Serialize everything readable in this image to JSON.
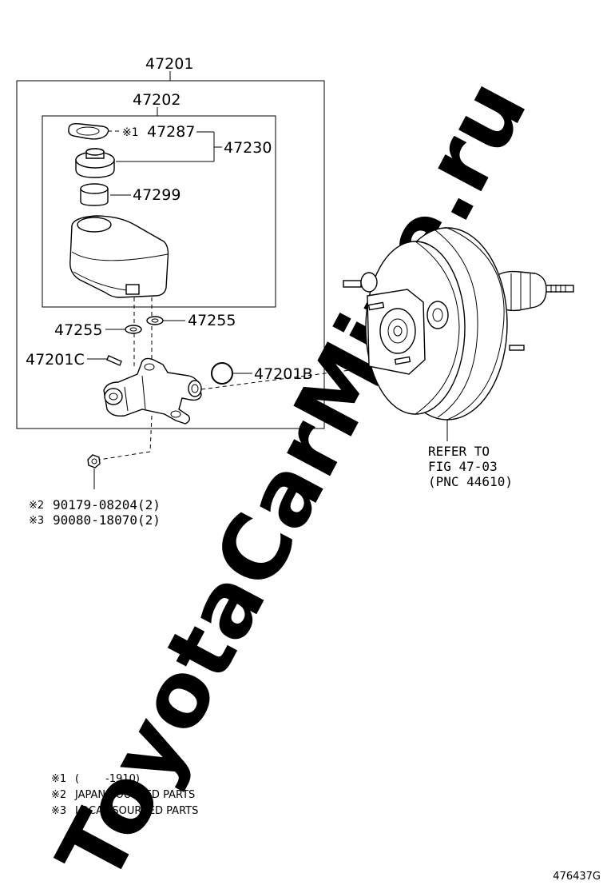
{
  "watermark": "ToyotaCarMine.ru",
  "parts": {
    "p47201": "47201",
    "p47202": "47202",
    "p47287_mark": "※1",
    "p47287": "47287",
    "p47230": "47230",
    "p47299": "47299",
    "p47255_left": "47255",
    "p47255_right": "47255",
    "p47201C": "47201C",
    "p47201B": "47201B"
  },
  "bolt_codes": [
    {
      "mark": "※2",
      "code": "90179-08204(2)"
    },
    {
      "mark": "※3",
      "code": "90080-18070(2)"
    }
  ],
  "refer_note": [
    "REFER TO",
    "FIG 47-03",
    "(PNC 44610)"
  ],
  "notes": [
    {
      "mark": "※1",
      "text": "(        -1910)"
    },
    {
      "mark": "※2",
      "text": "JAPAN SOURCED PARTS"
    },
    {
      "mark": "※3",
      "text": "LOCAL SOURCED PARTS"
    }
  ],
  "figure_code": "476437G"
}
